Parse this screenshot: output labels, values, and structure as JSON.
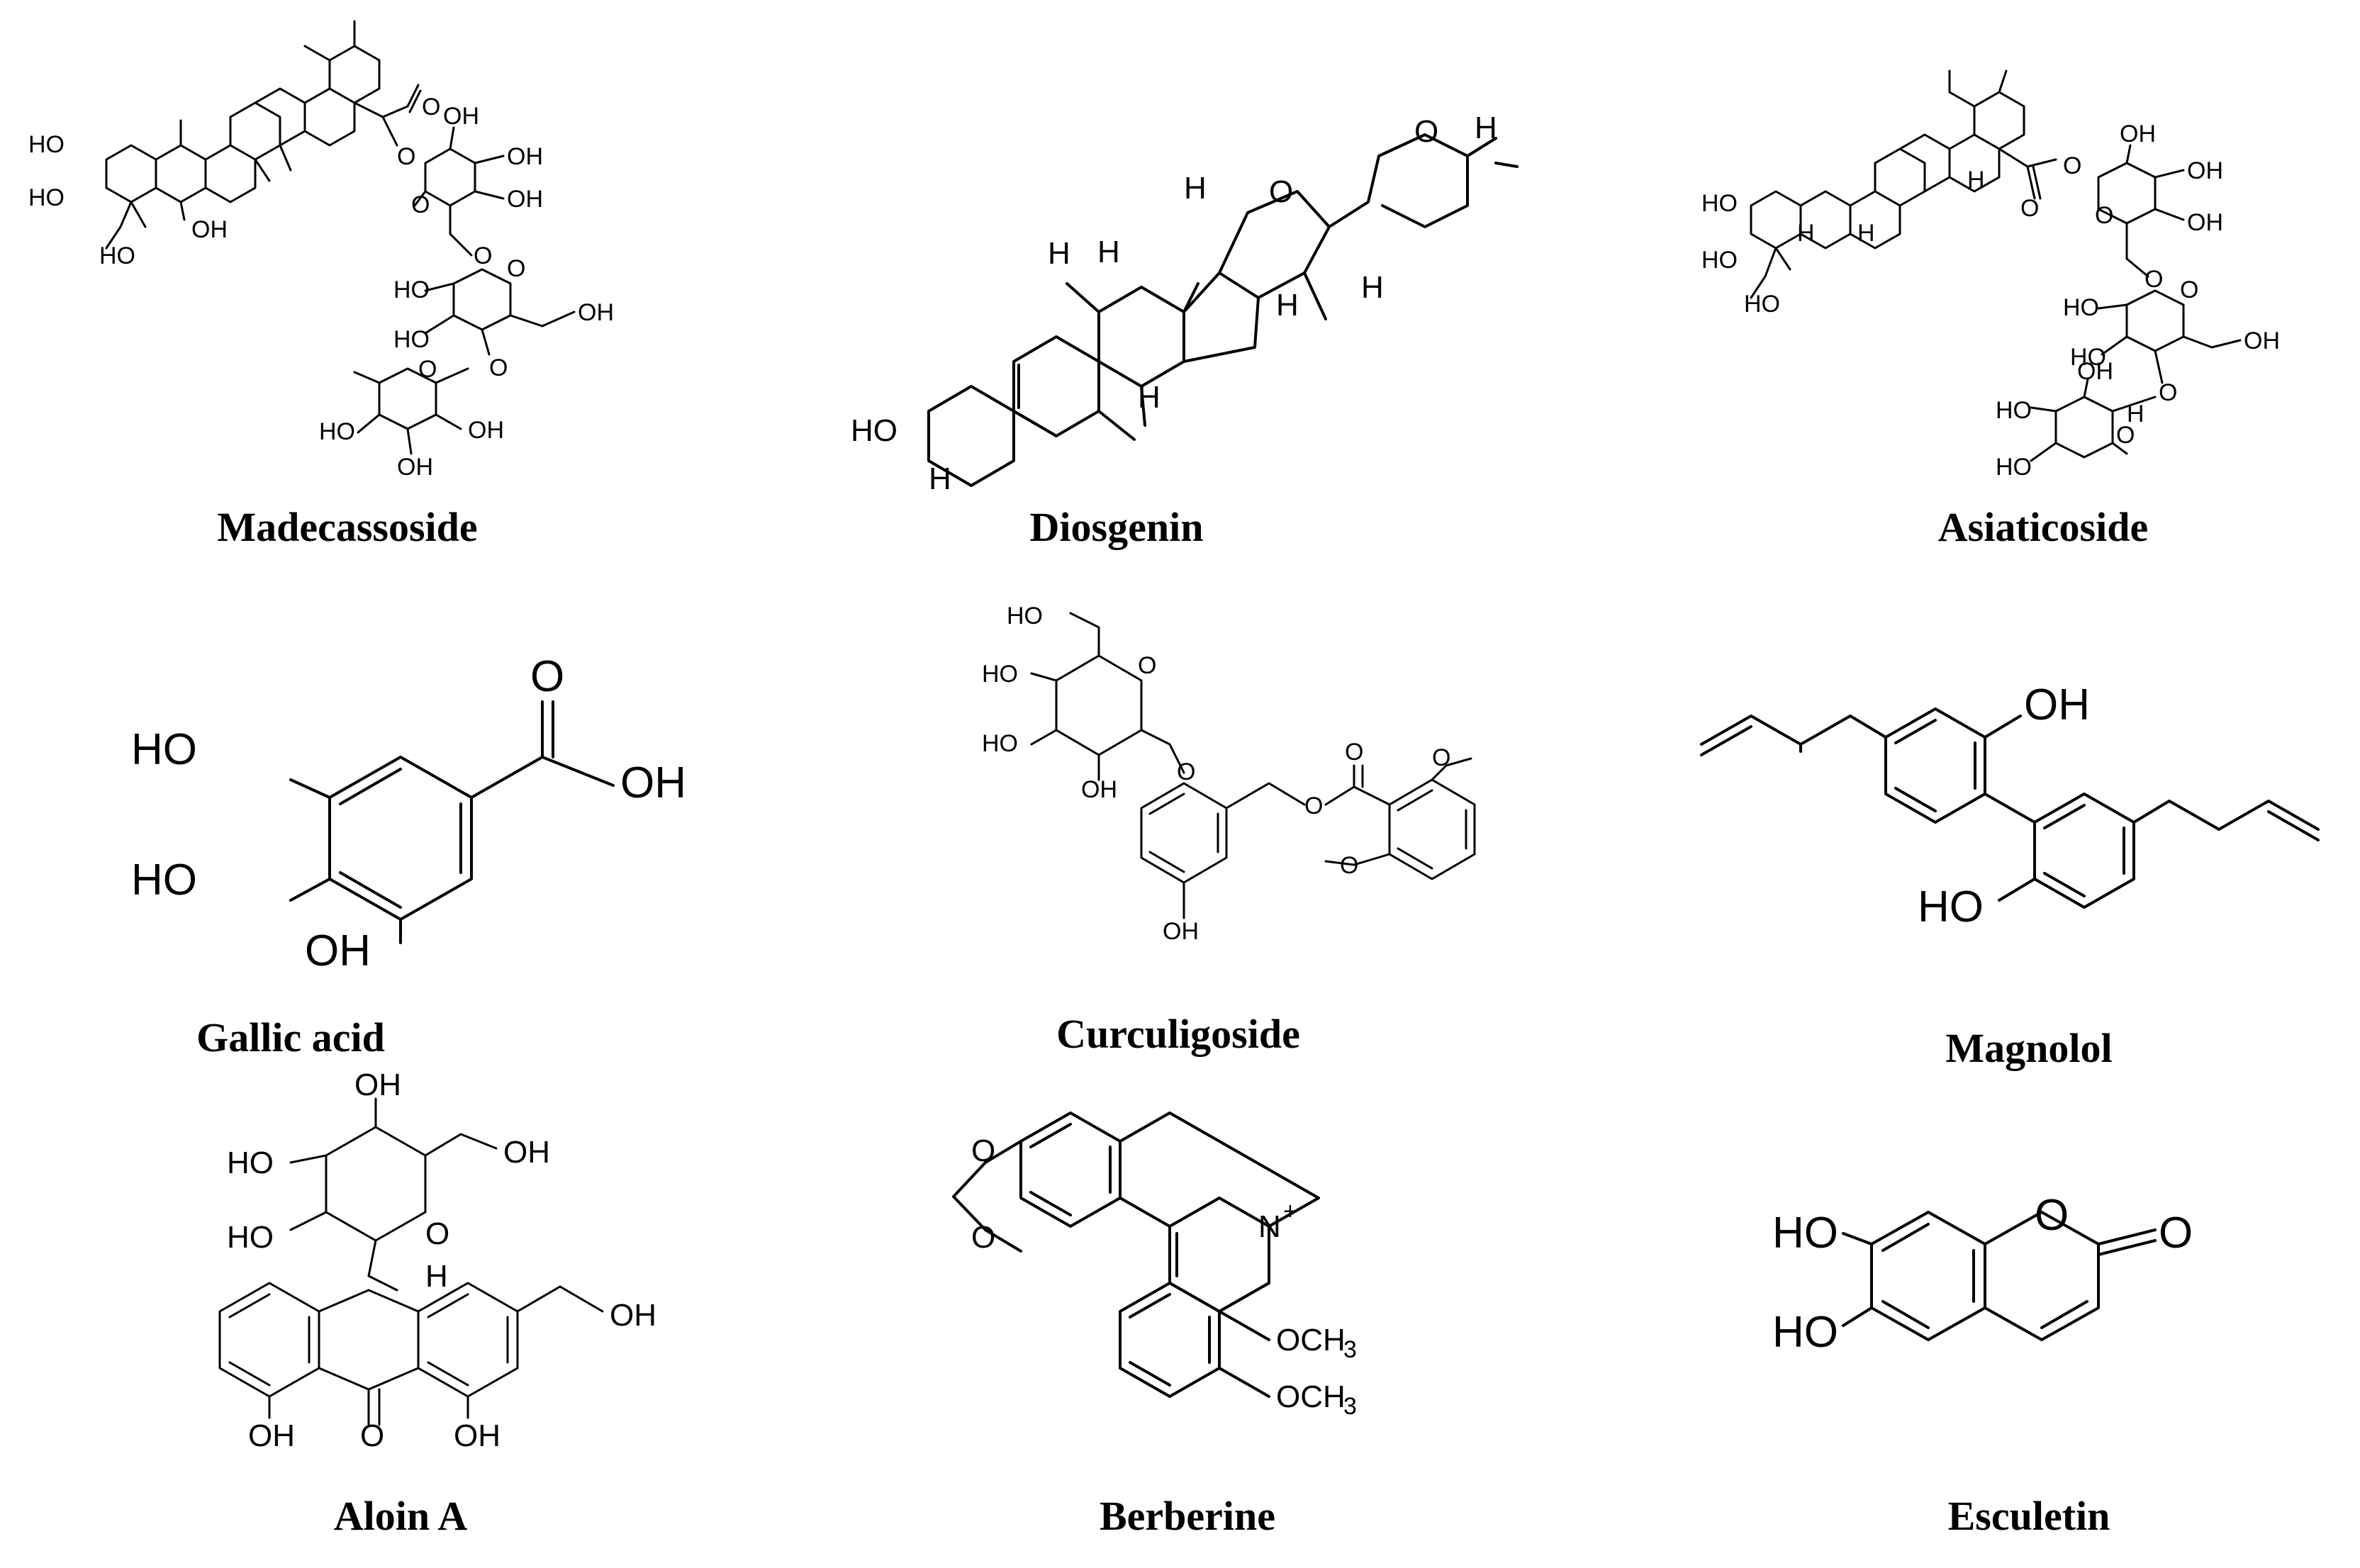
{
  "compounds": [
    {
      "id": "madecassoside",
      "name": "Madecassoside"
    },
    {
      "id": "diosgenin",
      "name": "Diosgenin"
    },
    {
      "id": "asiaticoside",
      "name": "Asiaticoside"
    },
    {
      "id": "gallic-acid",
      "name": "Gallic acid"
    },
    {
      "id": "curculigoside",
      "name": "Curculigoside"
    },
    {
      "id": "magnolol",
      "name": "Magnolol"
    },
    {
      "id": "aloin-a",
      "name": "Aloin A"
    },
    {
      "id": "berberine",
      "name": "Berberine"
    },
    {
      "id": "esculetin",
      "name": "Esculetin"
    }
  ],
  "atom_labels": {
    "HO": "HO",
    "OH": "OH",
    "O": "O",
    "H": "H",
    "N": "N",
    "plus": "+",
    "OCH3": "OCH",
    "sub3": "3"
  }
}
